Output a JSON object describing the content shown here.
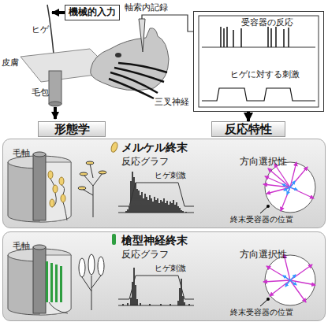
{
  "diagram": {
    "nodes": [
      {
        "text": [
          "機械的入力"
        ]
      },
      {
        "text": [
          "受容器の反応",
          "ヒゲに対する刺激"
        ]
      },
      {
        "text": [
          "形態学"
        ]
      },
      {
        "text": [
          "反応特性"
        ]
      },
      {
        "text": [
          "メルケル終末",
          "毛軸",
          "反応グラフ",
          "ヒゲ刺激",
          "方向選択性",
          "終末受容器の位置"
        ]
      },
      {
        "text": [
          "槍型神経終末",
          "毛軸",
          "反応グラフ",
          "ヒゲ刺激",
          "方向選択性",
          "終末受容器の位置"
        ]
      }
    ],
    "edges": [
      {
        "from": 1,
        "to": 3,
        "arrow": "to"
      }
    ],
    "labels": [
      "ヒゲ",
      "皮膚",
      "毛包",
      "軸索内記録",
      "三叉神経"
    ]
  }
}
